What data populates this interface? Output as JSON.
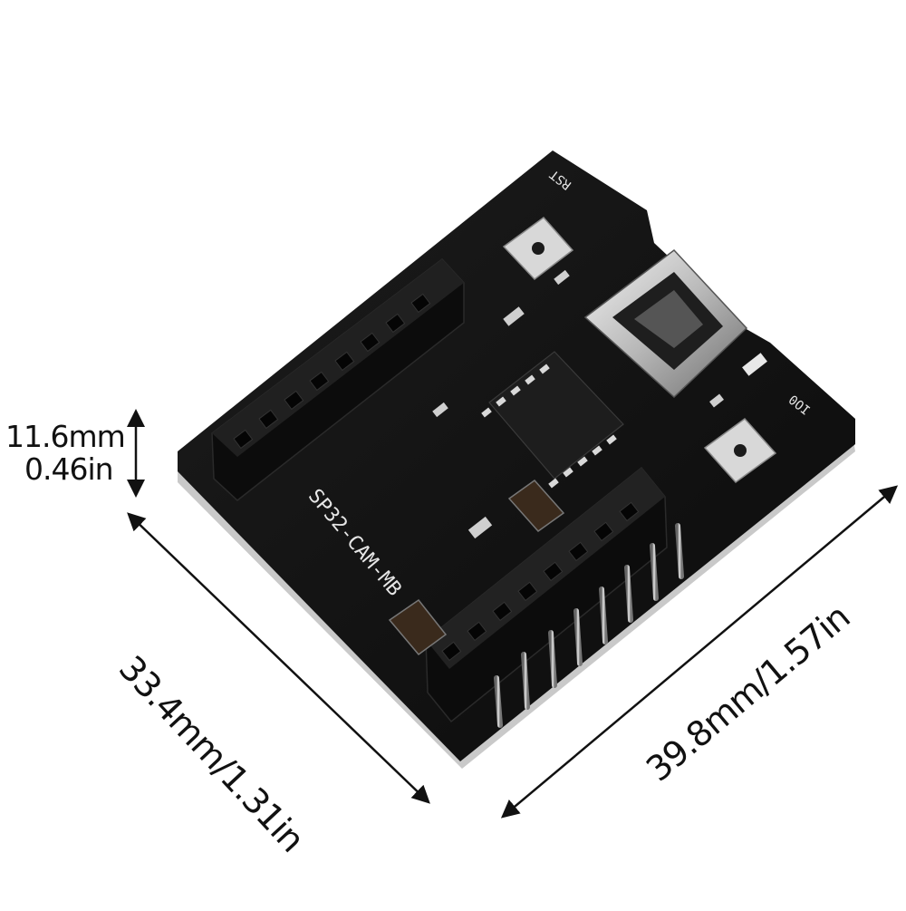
{
  "dimensions": {
    "height_mm": "11.6mm",
    "height_in": "0.46in",
    "width_left": "33.4mm/1.31in",
    "width_right": "39.8mm/1.57in"
  },
  "board": {
    "silkscreen_name": "SP32-CAM-MB",
    "button_rst_label": "RST",
    "button_io0_label": "IO0",
    "board_color": "#141414"
  }
}
